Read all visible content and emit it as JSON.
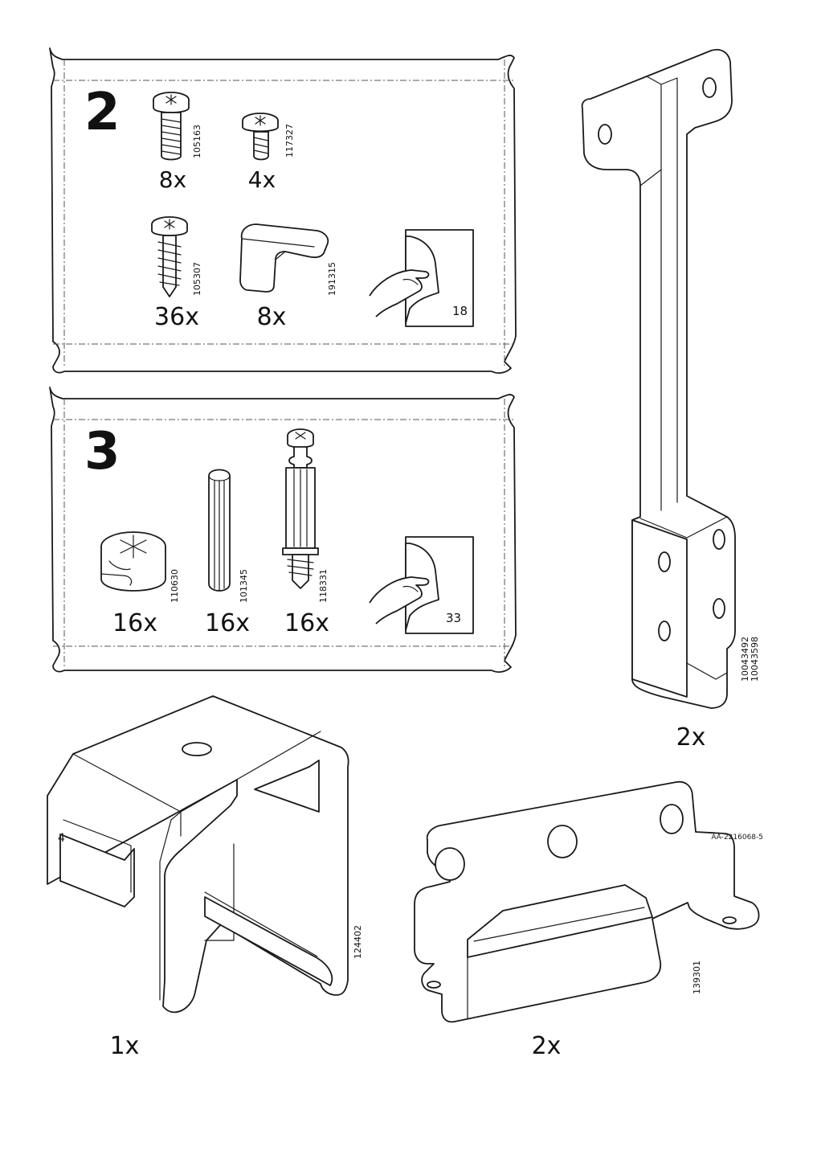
{
  "bag2": {
    "step": "2",
    "items": [
      {
        "qty": "8x",
        "article": "105163",
        "icon": "screw-short-icon"
      },
      {
        "qty": "4x",
        "article": "117327",
        "icon": "screw-small-icon"
      },
      {
        "qty": "36x",
        "article": "105307",
        "icon": "screw-long-icon"
      },
      {
        "qty": "8x",
        "article": "191315",
        "icon": "plastic-foot-icon"
      }
    ],
    "peel_page": "18"
  },
  "bag3": {
    "step": "3",
    "items": [
      {
        "qty": "16x",
        "article": "110630",
        "icon": "cam-lock-icon"
      },
      {
        "qty": "16x",
        "article": "101345",
        "icon": "wooden-dowel-icon"
      },
      {
        "qty": "16x",
        "article": "118331",
        "icon": "cam-bolt-icon"
      }
    ],
    "peel_page": "33"
  },
  "parts": {
    "bracket_long": {
      "qty": "2x",
      "articles": [
        "10043492",
        "10043598"
      ]
    },
    "clip": {
      "qty": "1x",
      "article": "124402"
    },
    "bracket_flat": {
      "qty": "2x",
      "article": "139301"
    }
  },
  "footer": {
    "page": "4",
    "doc_id": "AA-2216068-5"
  }
}
